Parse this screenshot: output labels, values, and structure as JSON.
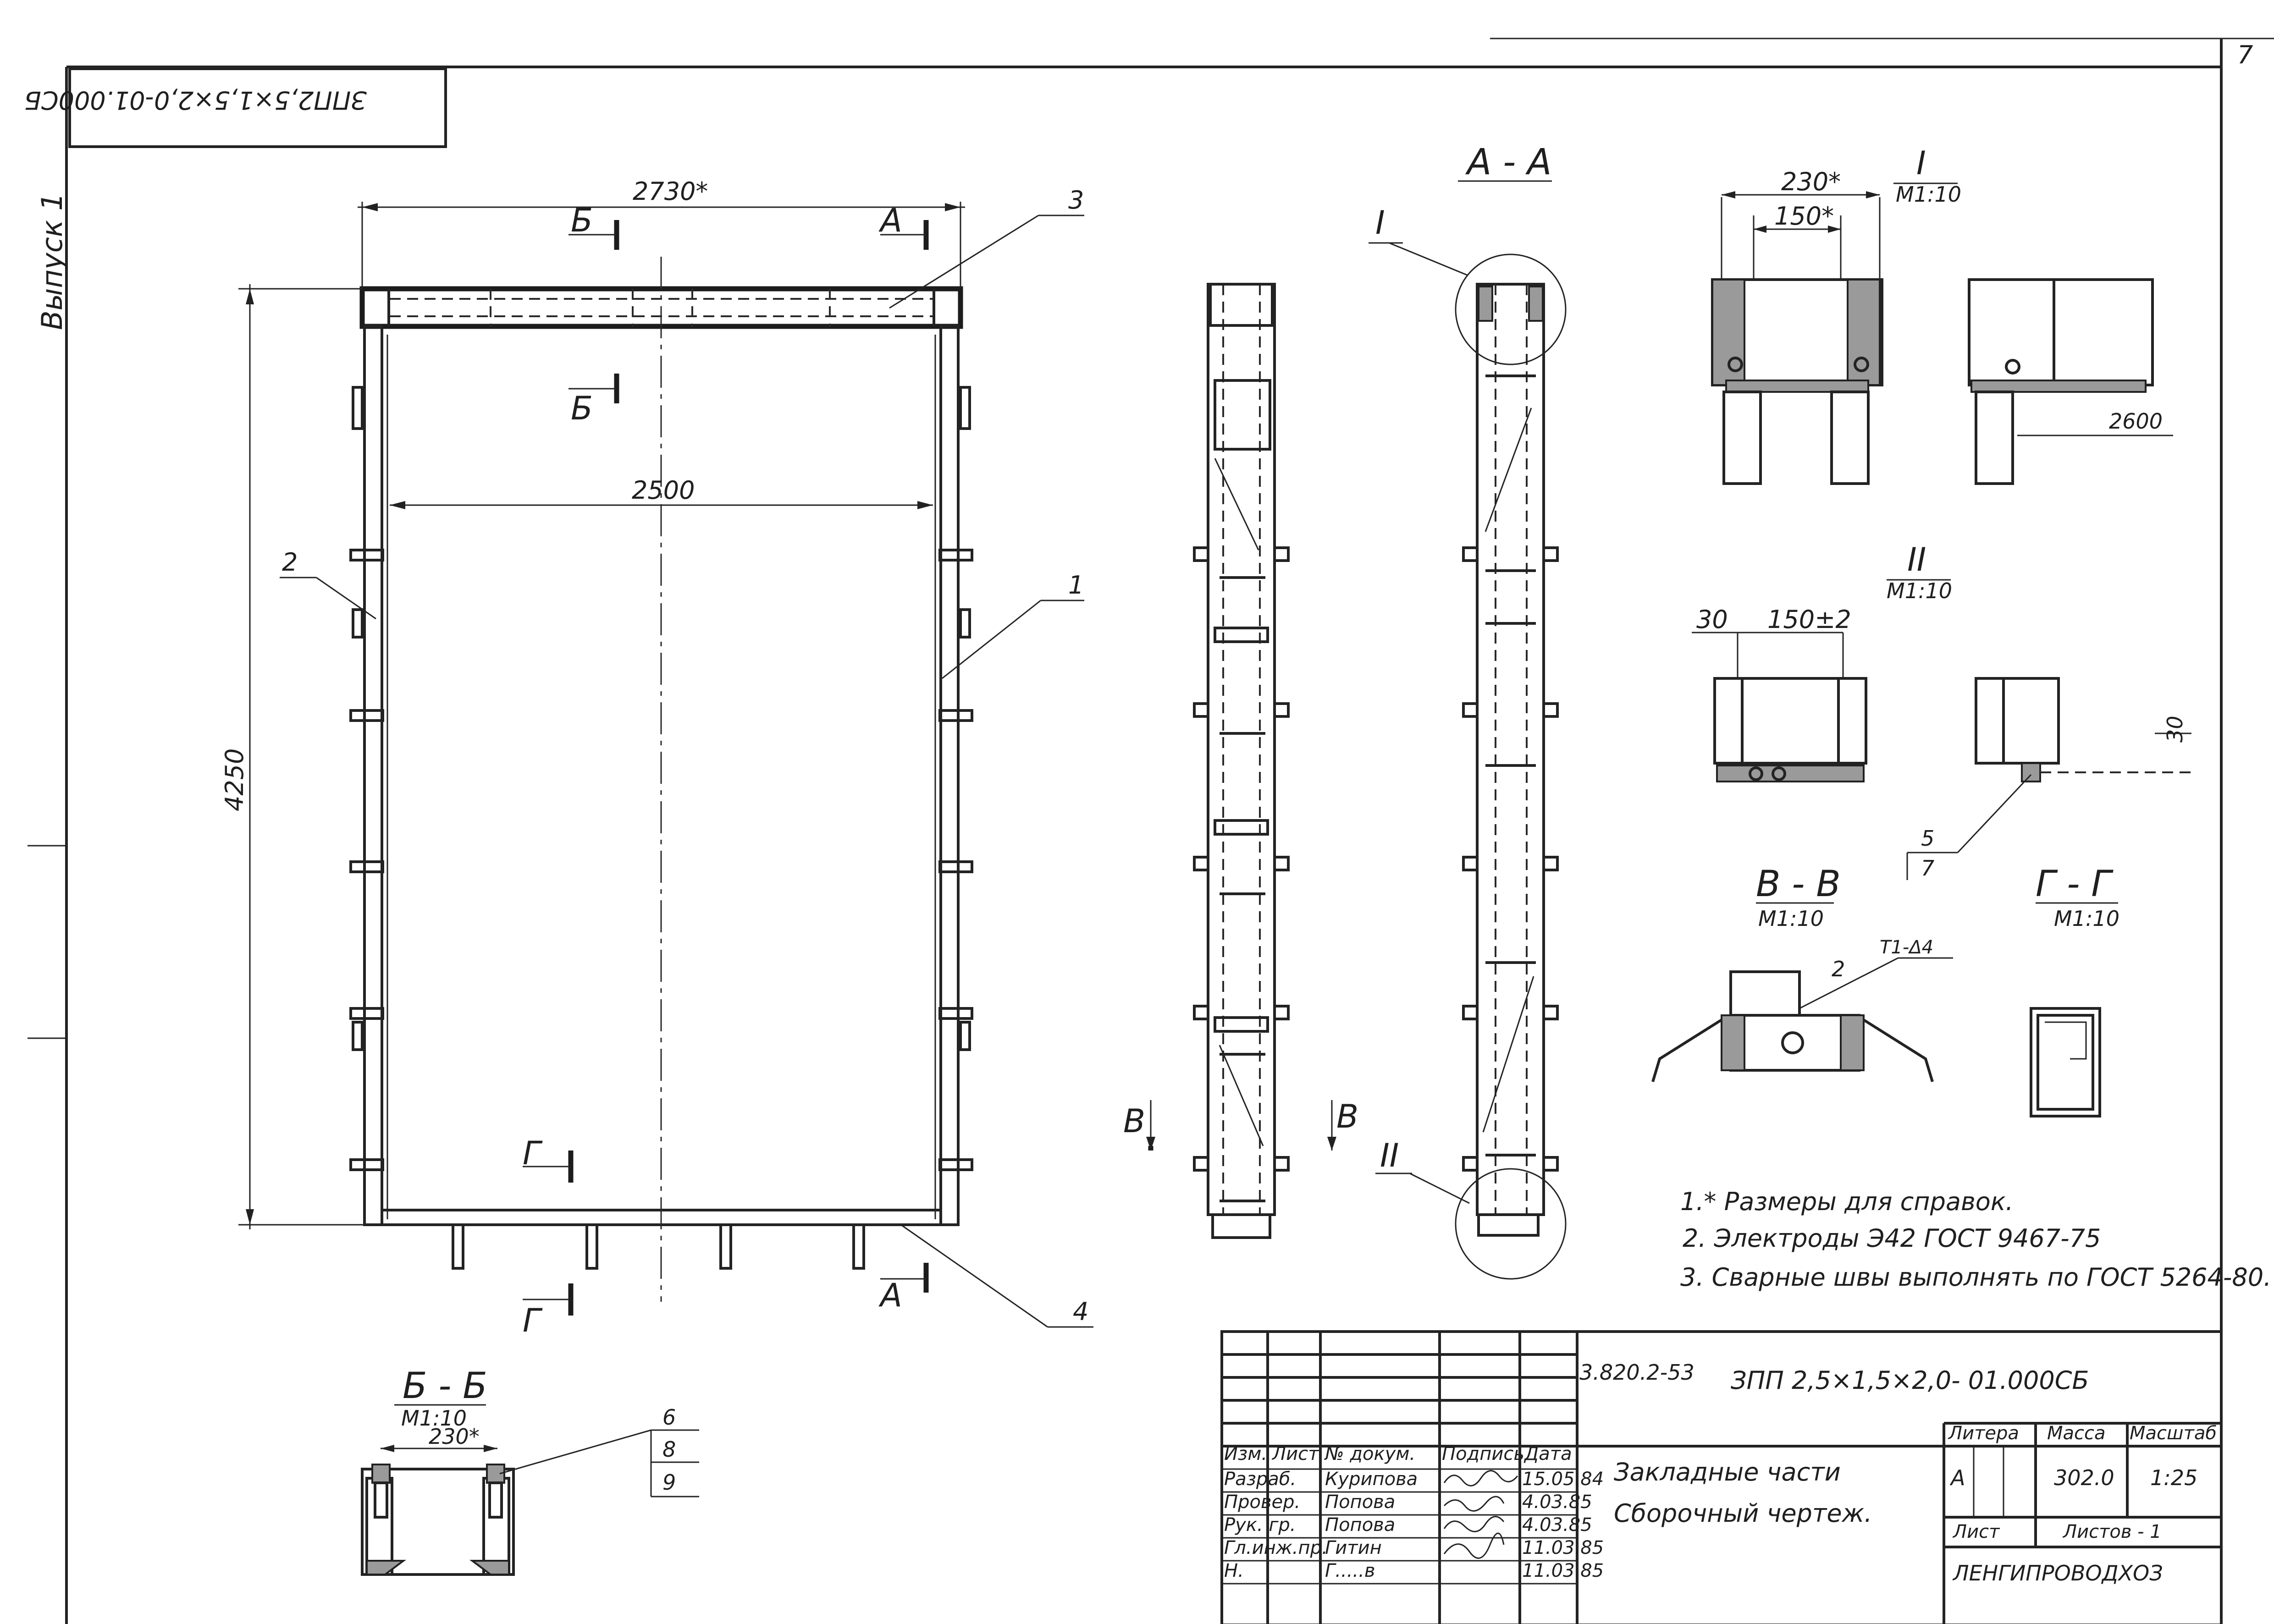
{
  "sheet": {
    "page_number": "7",
    "vertical_label": "Выпуск 1",
    "rotated_code": "ЗПП2,5×1,5×2,0-01.000СБ"
  },
  "main_view": {
    "dim_width_ref": "2730*",
    "dim_inner": "2500",
    "dim_height": "4250",
    "section_b": "Б",
    "section_a": "А",
    "section_g": "Г",
    "callout_1": "1",
    "callout_2": "2",
    "callout_3": "3",
    "callout_4": "4"
  },
  "section_bb": {
    "title": "Б - Б",
    "scale": "М1:10",
    "dim": "230*",
    "callout_6": "6",
    "callout_8": "8",
    "callout_9": "9"
  },
  "side_view": {
    "section_v": "В"
  },
  "section_aa": {
    "title": "А - А",
    "node_1": "I",
    "node_2": "II"
  },
  "node_1": {
    "title": "I",
    "scale": "М1:10",
    "dim_outer": "230*",
    "dim_inner": "150*",
    "dim_length": "2600"
  },
  "node_2": {
    "title": "II",
    "scale": "М1:10",
    "dim_edge": "30",
    "dim_pitch": "150±2",
    "dim_plate": "30",
    "callout_5": "5",
    "callout_7": "7"
  },
  "section_vv": {
    "title": "В - В",
    "scale": "М1:10",
    "weld_mark": "Т1-Δ4",
    "callout_2": "2"
  },
  "section_gg": {
    "title": "Г - Г",
    "scale": "М1:10"
  },
  "notes": [
    "1.* Размеры для справок.",
    "2. Электроды Э42 ГОСТ 9467-75",
    "3. Сварные швы выполнять по ГОСТ 5264-80."
  ],
  "title_block": {
    "project_code": "3.820.2-53",
    "document_code": "ЗПП 2,5×1,5×2,0- 01.000СБ",
    "name_line1": "Закладные части",
    "name_line2": "Сборочный чертеж.",
    "headers": {
      "change": "Изм.",
      "sheet": "Лист",
      "doc_no": "№ докум.",
      "signature": "Подпись",
      "date": "Дата",
      "litera": "Литера",
      "mass": "Масса",
      "scale": "Масштаб",
      "sheet_label": "Лист",
      "sheets_label": "Листов - 1"
    },
    "roles": [
      {
        "role": "Разраб.",
        "name": "Курипова",
        "date": "15.05.84"
      },
      {
        "role": "Провер.",
        "name": "Попова",
        "date": "4.03.85"
      },
      {
        "role": "Рук. гр.",
        "name": "Попова",
        "date": "4.03.85"
      },
      {
        "role": "Гл.инж.пр.",
        "name": "Гитин",
        "date": "11.03.85"
      },
      {
        "role": "Н.",
        "name": "Г.....в",
        "date": "11.03.85"
      }
    ],
    "litera_value": "А",
    "mass_value": "302.0",
    "scale_value": "1:25",
    "organization": "ЛЕНГИПРОВОДХОЗ"
  }
}
